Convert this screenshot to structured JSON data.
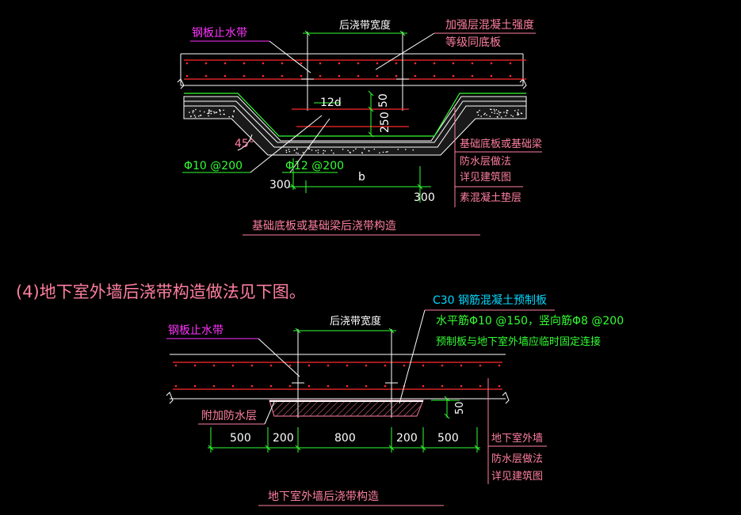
{
  "colors": {
    "background": "#000000",
    "white": "#ffffff",
    "red": "#ff2a2a",
    "green": "#33ff33",
    "magenta": "#ff33ff",
    "pink": "#ff7f9f",
    "cyan": "#00d8ff",
    "yellow": "#ffff00",
    "lightblue": "#cfe8ff"
  },
  "top_detail": {
    "labels": {
      "waterstop": "钢板止水带",
      "post_width": "后浇带宽度",
      "reinforced_concrete_1": "加强层混凝土强度",
      "reinforced_concrete_2": "等级同底板",
      "dim_12d": "12d",
      "dim_50": "50",
      "dim_250": "250",
      "angle": "45°",
      "rebar_phi10": "Φ10 @200",
      "rebar_phi12": "Φ12 @200",
      "dim_b": "b",
      "dim_300_left": "300",
      "dim_300_right": "300",
      "note_1": "基础底板或基础梁",
      "note_2": "防水层做法",
      "note_3": "详见建筑图",
      "note_4": "素混凝土垫层",
      "caption": "基础底板或基础梁后浇带构造"
    }
  },
  "section_heading": "(4)地下室外墙后浇带构造做法见下图。",
  "bottom_detail": {
    "labels": {
      "waterstop": "钢板止水带",
      "post_width": "后浇带宽度",
      "precast_1": "C30 钢筋混凝土预制板",
      "precast_2": "水平筋Φ10 @150，竖向筋Φ8 @200",
      "precast_3": "预制板与地下室外墙应临时固定连接",
      "extra_waterproof": "附加防水层",
      "dim_500_left": "500",
      "dim_200_left": "200",
      "dim_800": "800",
      "dim_200_right": "200",
      "dim_500_right": "500",
      "dim_50": "50",
      "note_1": "地下室外墙",
      "note_2": "防水层做法",
      "note_3": "详见建筑图",
      "caption": "地下室外墙后浇带构造"
    }
  }
}
